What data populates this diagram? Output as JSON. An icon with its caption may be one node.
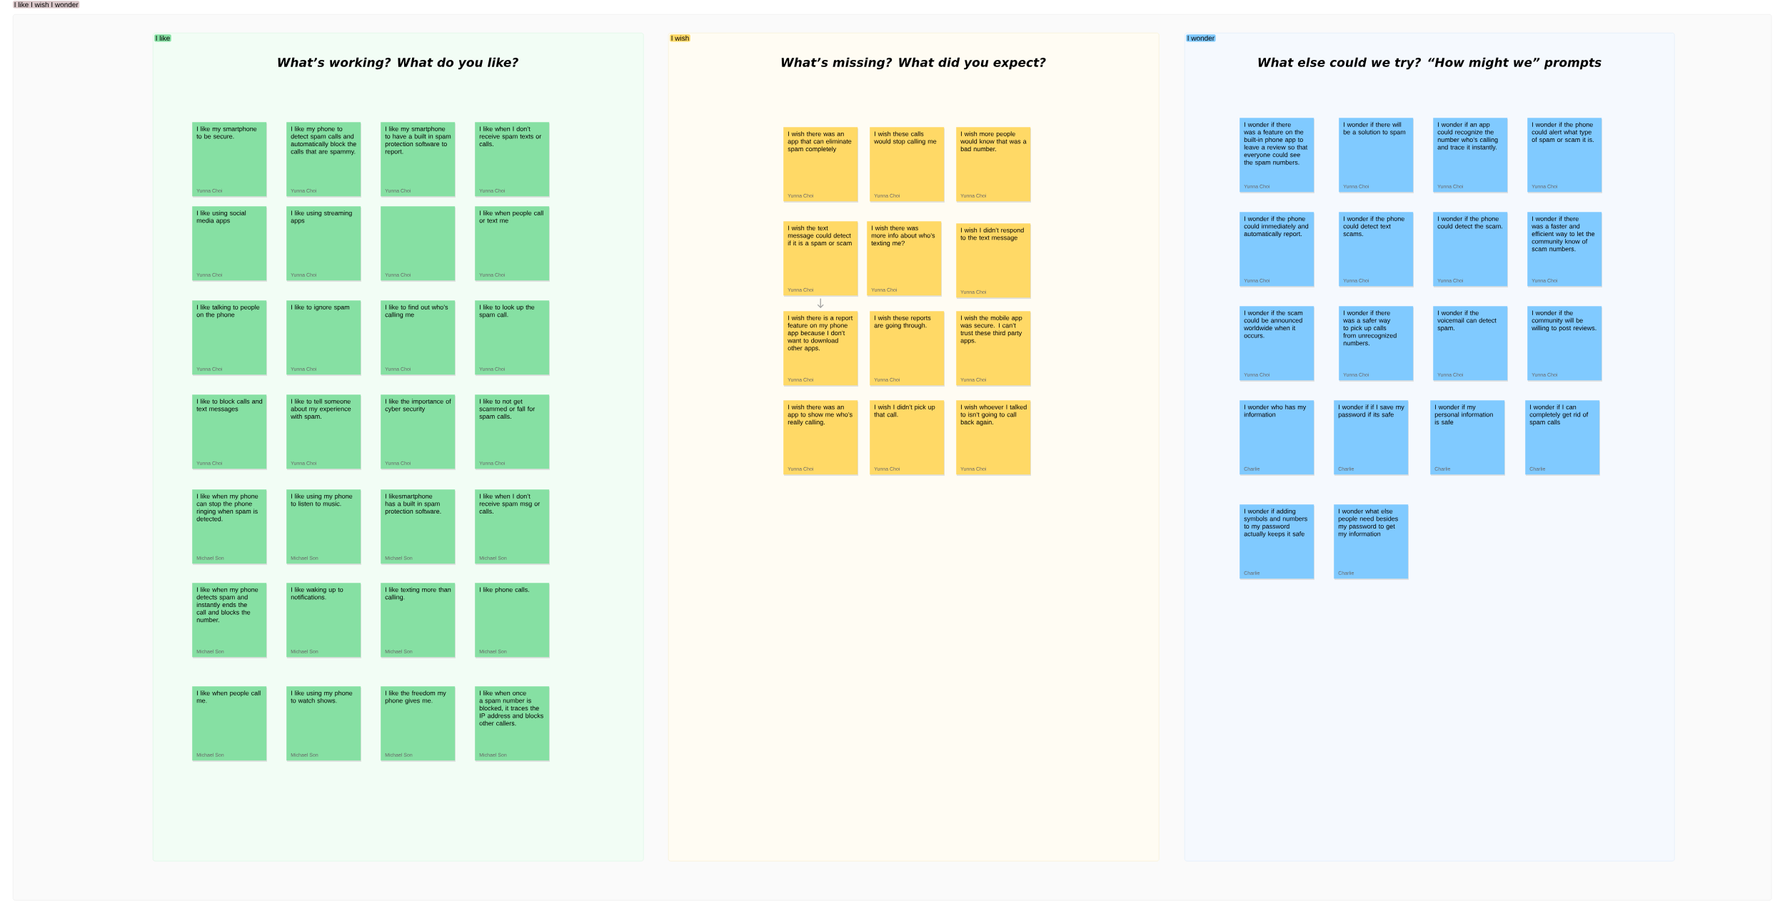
{
  "diagram": {
    "nodes": [
      {
        "text": [
          "I like I wish I wonder"
        ]
      },
      {
        "text": [
          "I like",
          "What’s working? What do you like?"
        ],
        "in": 0
      },
      {
        "text": [
          "I like my smartphone to be secure.",
          "Yunna Choi"
        ],
        "in": 1
      },
      {
        "text": [
          "I like my phone to detect spam calls and automatically block the calls that are spammy.",
          "Yunna Choi"
        ],
        "in": 1
      },
      {
        "text": [
          "I like my smartphone to have a built in spam protection software to report.",
          "Yunna Choi"
        ],
        "in": 1
      },
      {
        "text": [
          "I like when I don’t receive spam texts or calls.",
          "Yunna Choi"
        ],
        "in": 1
      },
      {
        "text": [
          "I like using social media apps",
          "Yunna Choi"
        ],
        "in": 1
      },
      {
        "text": [
          "I like using streaming apps",
          "Yunna Choi"
        ],
        "in": 1
      },
      {
        "text": [
          "Yunna Choi"
        ],
        "in": 1
      },
      {
        "text": [
          "I like when people call or text me",
          "Yunna Choi"
        ],
        "in": 1
      },
      {
        "text": [
          "I like talking to people on the phone",
          "Yunna Choi"
        ],
        "in": 1
      },
      {
        "text": [
          "I like to ignore spam",
          "Yunna Choi"
        ],
        "in": 1
      },
      {
        "text": [
          "I like to find out who’s calling me",
          "Yunna Choi"
        ],
        "in": 1
      },
      {
        "text": [
          "I like to look up the spam call.",
          "Yunna Choi"
        ],
        "in": 1
      },
      {
        "text": [
          "I like to block calls and text messages",
          "Yunna Choi"
        ],
        "in": 1
      },
      {
        "text": [
          "I like to tell someone about my experience with spam.",
          "Yunna Choi"
        ],
        "in": 1
      },
      {
        "text": [
          "I like the importance of cyber security",
          "Yunna Choi"
        ],
        "in": 1
      },
      {
        "text": [
          "I like to not get scammed or fall for spam calls.",
          "Yunna Choi"
        ],
        "in": 1
      },
      {
        "text": [
          "I like when my phone can stop the phone ringing when spam is detected.",
          "Michael Son"
        ],
        "in": 1
      },
      {
        "text": [
          "I like using my phone to listen to music.",
          "Michael Son"
        ],
        "in": 1
      },
      {
        "text": [
          "I likesmartphone has a built in spam protection software.",
          "Michael Son"
        ],
        "in": 1
      },
      {
        "text": [
          "I like when I don’t receive spam msg or calls.",
          "Michael Son"
        ],
        "in": 1
      },
      {
        "text": [
          "I like when my phone detects spam and instantly ends the call and blocks the number.",
          "Michael Son"
        ],
        "in": 1
      },
      {
        "text": [
          "I like waking up to notifications.",
          "Michael Son"
        ],
        "in": 1
      },
      {
        "text": [
          "I like texting more than calling.",
          "Michael Son"
        ],
        "in": 1
      },
      {
        "text": [
          "I like phone calls.",
          "Michael Son"
        ],
        "in": 1
      },
      {
        "text": [
          "I like when people call me.",
          "Michael Son"
        ],
        "in": 1
      },
      {
        "text": [
          "I like using my phone to watch shows.",
          "Michael Son"
        ],
        "in": 1
      },
      {
        "text": [
          "I like the freedom my phone gives me.",
          "Michael Son"
        ],
        "in": 1
      },
      {
        "text": [
          "I like when once a spam number is blocked, it traces the IP address and blocks other callers.",
          "Michael Son"
        ],
        "in": 1
      },
      {
        "text": [
          "I wish",
          "What’s missing? What did you expect?"
        ],
        "in": 0
      },
      {
        "text": [
          "I wish there was an app that can eliminate spam completely",
          "Yunna Choi"
        ],
        "in": 30
      },
      {
        "text": [
          "I wish these calls would stop calling me",
          "Yunna Choi"
        ],
        "in": 30
      },
      {
        "text": [
          "I wish more people would know that was a bad number.",
          "Yunna Choi"
        ],
        "in": 30
      },
      {
        "text": [
          "I wish the text message could detect if it is a spam or scam",
          "Yunna Choi"
        ],
        "in": 30
      },
      {
        "text": [
          "I wish there was more info about who’s texting me?",
          "Yunna Choi"
        ],
        "in": 30
      },
      {
        "text": [
          "I wish I didn’t respond to the text message",
          "Yunna Choi"
        ],
        "in": 30
      },
      {
        "text": [
          "I wish there is a report feature on my phone app because I don’t want to download other apps.",
          "Yunna Choi"
        ],
        "in": 30
      },
      {
        "text": [
          "I wish these reports are going through.",
          "Yunna Choi"
        ],
        "in": 30
      },
      {
        "text": [
          "I wish the mobile app was secure. I can’t trust these third party apps.",
          "Yunna Choi"
        ],
        "in": 30
      },
      {
        "text": [
          "I wish there was an app to show me who’s really calling.",
          "Yunna Choi"
        ],
        "in": 30
      },
      {
        "text": [
          "I wish I didn’t pick up that call.",
          "Yunna Choi"
        ],
        "in": 30
      },
      {
        "text": [
          "I wish whoever I talked to isn’t going to call back again.",
          "Yunna Choi"
        ],
        "in": 30
      },
      {
        "text": [
          "I wonder",
          "What else could we try? “How might we” prompts"
        ],
        "in": 0
      },
      {
        "text": [
          "I wonder if there was a feature on the built-in phone app to leave a review so that everyone could see the spam numbers.",
          "Yunna Choi"
        ],
        "in": 43
      },
      {
        "text": [
          "I wonder if there will be a solution to spam",
          "Yunna Choi"
        ],
        "in": 43
      },
      {
        "text": [
          "I wonder if an app could recognize the number who’s calling and trace it instantly.",
          "Yunna Choi"
        ],
        "in": 43
      },
      {
        "text": [
          "I wonder if the phone could alert what type of spam or scam it is.",
          "Yunna Choi"
        ],
        "in": 43
      },
      {
        "text": [
          "I wonder if the phone could immediately and automatically report.",
          "Yunna Choi"
        ],
        "in": 43
      },
      {
        "text": [
          "I wonder if the phone could detect text scams.",
          "Yunna Choi"
        ],
        "in": 43
      },
      {
        "text": [
          "I wonder if the phone could detect the scam.",
          "Yunna Choi"
        ],
        "in": 43
      },
      {
        "text": [
          "I wonder if there was a faster and efficient way to let the community know of scam numbers.",
          "Yunna Choi"
        ],
        "in": 43
      },
      {
        "text": [
          "I wonder if the scam could be announced worldwide when it occurs.",
          "Yunna Choi"
        ],
        "in": 43
      },
      {
        "text": [
          "I wonder if there was a safer way to pick up calls from unrecognized numbers.",
          "Yunna Choi"
        ],
        "in": 43
      },
      {
        "text": [
          "I wonder if the voicemail can detect spam.",
          "Yunna Choi"
        ],
        "in": 43
      },
      {
        "text": [
          "I wonder if the community will be willing to post reviews.",
          "Yunna Choi"
        ],
        "in": 43
      },
      {
        "text": [
          "I wonder who has my information",
          "Charlie"
        ],
        "in": 43
      },
      {
        "text": [
          "I wonder if if I save my password if its safe",
          "Charlie"
        ],
        "in": 43
      },
      {
        "text": [
          "I wonder if my personal information is safe",
          "Charlie"
        ],
        "in": 43
      },
      {
        "text": [
          "I wonder if I can completely get rid of spam calls",
          "Charlie"
        ],
        "in": 43
      },
      {
        "text": [
          "I wonder if adding symbols and numbers to my password actually keeps it safe",
          "Charlie"
        ],
        "in": 43
      },
      {
        "text": [
          "I wonder what else people need besides my password to get my information",
          "Charlie"
        ],
        "in": 43
      }
    ],
    "edges": [
      {
        "from": 34,
        "to": 37,
        "arrow": "to"
      }
    ]
  }
}
